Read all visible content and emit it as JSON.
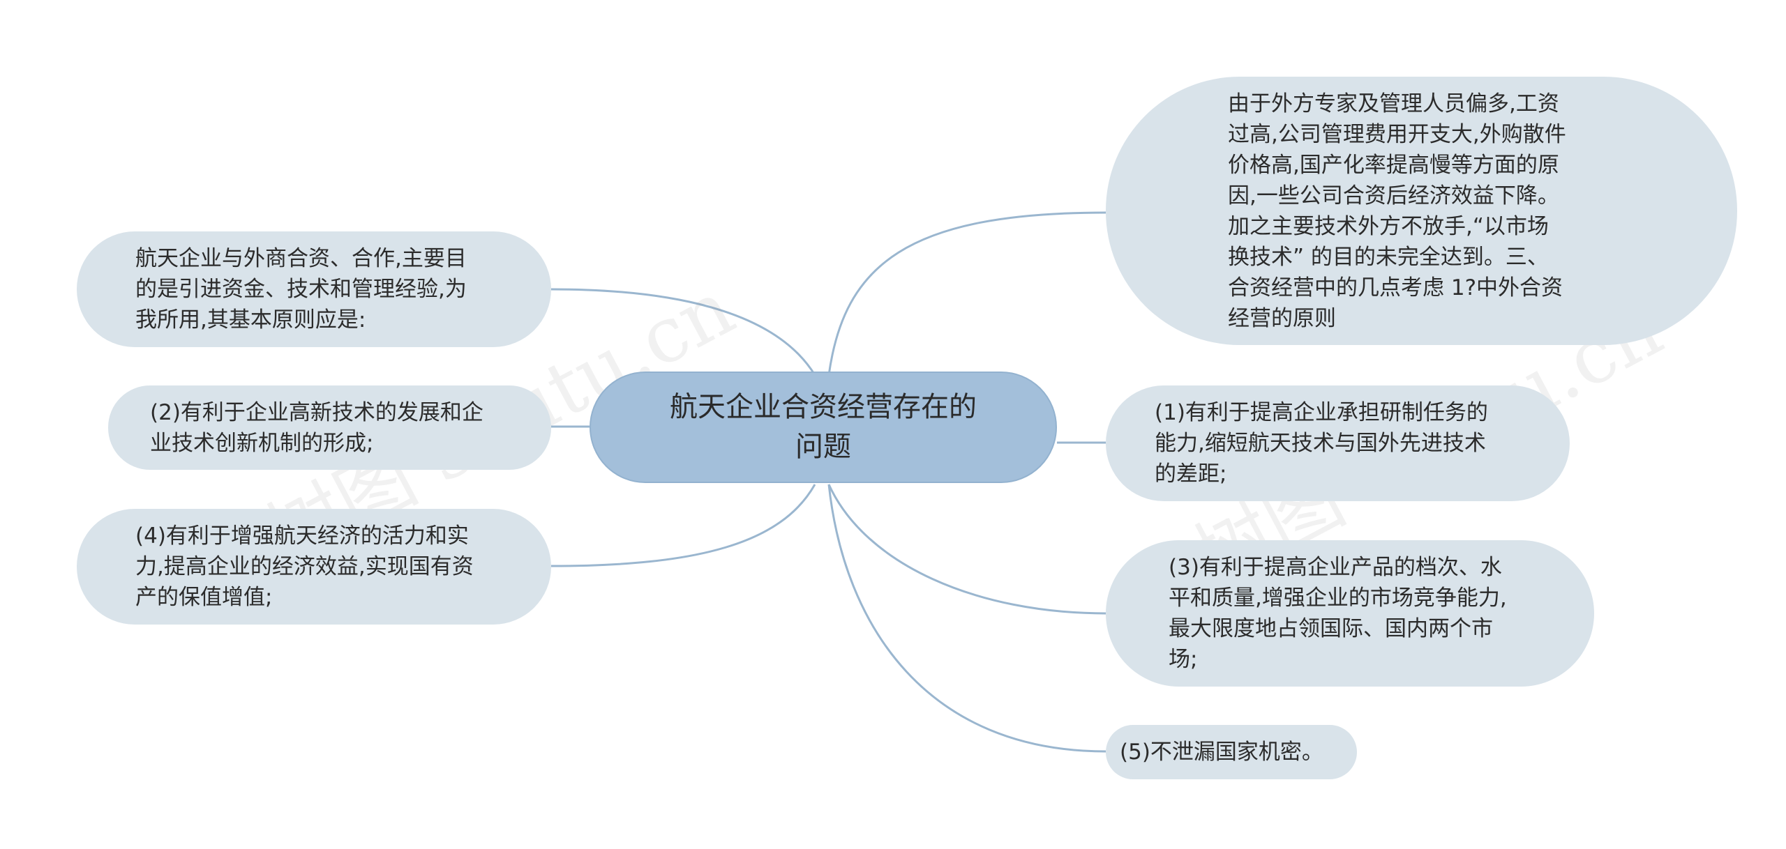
{
  "center": {
    "label": "航天企业合资经营存在的\n问题"
  },
  "nodes": {
    "right_1": "由于外方专家及管理人员偏多,工资\n过高,公司管理费用开支大,外购散件\n价格高,国产化率提高慢等方面的原\n因,一些公司合资后经济效益下降。\n加之主要技术外方不放手,“以市场\n换技术” 的目的未完全达到。三、\n合资经营中的几点考虑 1?中外合资\n经营的原则",
    "right_2": "(1)有利于提高企业承担研制任务的\n能力,缩短航天技术与国外先进技术\n的差距;",
    "right_3": "(3)有利于提高企业产品的档次、水\n平和质量,增强企业的市场竞争能力,\n最大限度地占领国际、国内两个市\n场;",
    "right_4": "(5)不泄漏国家机密。",
    "left_1": "航天企业与外商合资、合作,主要目\n的是引进资金、技术和管理经验,为\n我所用,其基本原则应是:",
    "left_2": "(2)有利于企业高新技术的发展和企\n业技术创新机制的形成;",
    "left_3": "(4)有利于增强航天经济的活力和实\n力,提高企业的经济效益,实现国有资\n产的保值增值;"
  },
  "watermark": {
    "left": "树图 shutu.cn",
    "right": "树图 shutu.cn"
  },
  "colors": {
    "center_fill": "#a3bfda",
    "node_fill": "#d9e3ea",
    "connector": "#9ab6cf"
  }
}
